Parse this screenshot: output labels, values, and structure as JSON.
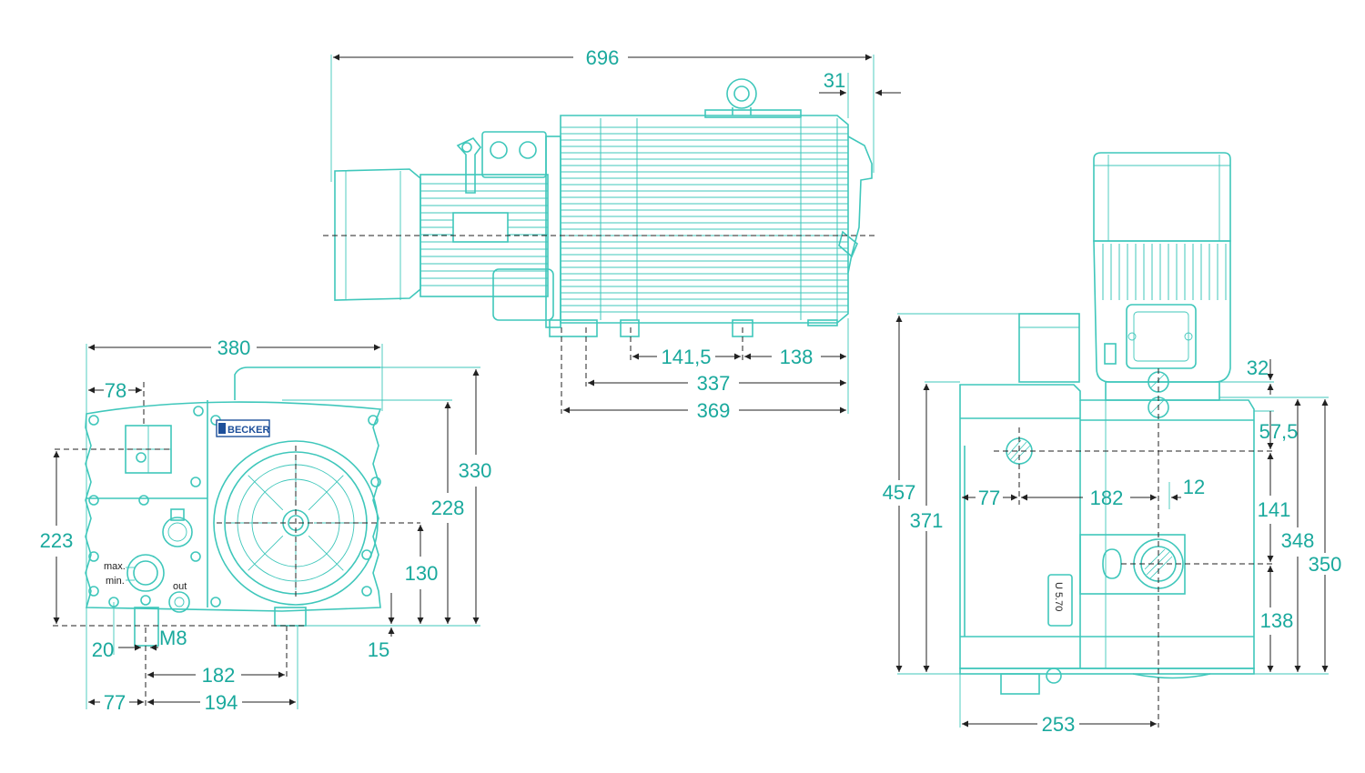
{
  "brand": "BECKER",
  "side_view": {
    "dims": {
      "overall_length": "696",
      "fan_cover": "31",
      "foot_a": "141,5",
      "foot_b": "138",
      "foot_c": "337",
      "foot_d": "369"
    }
  },
  "front_view": {
    "dims": {
      "width": "380",
      "window": "78",
      "height_total": "330",
      "height_flange": "228",
      "height_left": "223",
      "shaft_height": "130",
      "base_offset": "20",
      "thread": "M8",
      "bottom_gap": "15",
      "foot_spacing": "182",
      "left_edge": "77",
      "to_center": "194"
    },
    "labels": {
      "max": "max.",
      "min": "min.",
      "out": "out"
    }
  },
  "end_view": {
    "dims": {
      "top_step": "32",
      "step": "57,5",
      "left_offset": "77",
      "center_dist": "182",
      "small_offset": "12",
      "upper_height": "141",
      "total_height": "457",
      "body_height": "371",
      "right_height_a": "348",
      "right_height_b": "350",
      "lower_height": "138",
      "base_width": "253"
    },
    "plate": "U 5.70"
  }
}
